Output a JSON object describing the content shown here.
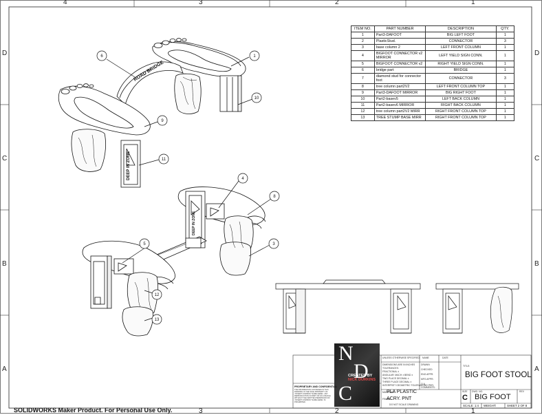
{
  "zones": {
    "columns": [
      "4",
      "3",
      "2",
      "1"
    ],
    "rows": [
      "D",
      "C",
      "B",
      "A"
    ],
    "bottom_columns": [
      "3",
      "2",
      "1"
    ]
  },
  "bom": {
    "headers": [
      "ITEM NO.",
      "PART NUMBER",
      "DESCRIPTION",
      "QTY."
    ],
    "rows": [
      {
        "item": "1",
        "part": "Part3-DAFOOT",
        "desc": "BIG LEFT FOOT",
        "qty": "1"
      },
      {
        "item": "2",
        "part": "PlasticStud.",
        "desc": "CONNECTOR",
        "qty": "3"
      },
      {
        "item": "3",
        "part": "base column 2",
        "desc": "LEFT FRONT COLUMN",
        "qty": "1"
      },
      {
        "item": "4",
        "part": "BIGFOOT CONNECTOR v2 MIRROR",
        "desc": "LEFT YIELD SIGN CONN.",
        "qty": "1"
      },
      {
        "item": "5",
        "part": "BIGFOOT CONNECTOR v2",
        "desc": "RIGHT YIELD SIGN CONN.",
        "qty": "1"
      },
      {
        "item": "6",
        "part": "bridge part",
        "desc": "BRIDGE",
        "qty": "1"
      },
      {
        "item": "7",
        "part": "diamond stud for connector foot",
        "desc": "CONNECTOR",
        "qty": "3"
      },
      {
        "item": "8",
        "part": "tree column part2V2",
        "desc": "LEFT FRONT COLUMN TOP",
        "qty": "1"
      },
      {
        "item": "9",
        "part": "Part3-DAFOOT MIRROR",
        "desc": "BIG RIGHT FOOT",
        "qty": "1"
      },
      {
        "item": "10",
        "part": "Part2-basev5",
        "desc": "LEFT BACK COLUMN",
        "qty": "1"
      },
      {
        "item": "11",
        "part": "Part2-basev6 MIRROR",
        "desc": "RIGHT BACK COLUMN",
        "qty": "1"
      },
      {
        "item": "12",
        "part": "tree column part2V2 MIRR",
        "desc": "RIGHT FRONT COLUMN TOP",
        "qty": "1"
      },
      {
        "item": "13",
        "part": "TREE STUMP BASE MIRR",
        "desc": "RIGHT FRONT COLUMN TOP",
        "qty": "1"
      }
    ]
  },
  "balloons": {
    "b1": "1",
    "b6": "6",
    "b9": "9",
    "b10": "10",
    "b11": "11",
    "b4": "4",
    "b8": "8",
    "b5": "5",
    "b3": "3",
    "b12": "12",
    "b13": "13"
  },
  "view_text": {
    "bridge_text": "ROAD BRIDGE",
    "sign_text": "DEEP IN ZONE"
  },
  "logo": {
    "letter_n": "N",
    "letter_d": "D",
    "letter_c": "C",
    "created_by": "CREATED BY",
    "author": "NICK DURKINS"
  },
  "title_block": {
    "unless_note": "UNLESS OTHERWISE SPECIFIED:",
    "name_label": "NAME",
    "date_label": "DATE",
    "drawn": "DRAWN",
    "checked": "CHECKED",
    "eng_appr": "ENG APPR.",
    "mfg_appr": "MFG APPR.",
    "qa": "Q.A.",
    "comments": "COMMENTS:",
    "dims_note": "DIMENSIONS ARE IN INCHES",
    "tolerances": "TOLERANCES:",
    "fractional": "FRACTIONAL ±",
    "angular": "ANGULAR: MACH ±  BEND ±",
    "two_place": "TWO PLACE DECIMAL ±",
    "three_place": "THREE PLACE DECIMAL ±",
    "interpret": "INTERPRET GEOMETRIC TOLERANCING PER:",
    "material_label": "MATERIAL",
    "material": "PLA PLASTIC",
    "finish_label": "FINISH",
    "finish": "ACRY. PNT",
    "do_not_scale": "DO NOT SCALE DRAWING",
    "proprietary_title": "PROPRIETARY AND CONFIDENTIAL",
    "proprietary_body": "THE INFORMATION CONTAINED IN THIS DRAWING IS THE SOLE PROPERTY OF <INSERT COMPANY NAME HERE>. ANY REPRODUCTION IN PART OR AS A WHOLE WITHOUT THE WRITTEN PERMISSION OF <INSERT COMPANY NAME HERE> IS PROHIBITED.",
    "title_label": "TITLE:",
    "title": "BIG FOOT STOOL",
    "size_label": "SIZE",
    "size": "C",
    "dwg_label": "DWG.  NO.",
    "dwg_no": "BIG FOOT",
    "rev_label": "REV",
    "scale": "SCALE: 1:4",
    "weight": "WEIGHT:",
    "sheet": "SHEET 2 OF 8"
  },
  "footer": "SOLIDWORKS Maker Product. For Personal Use Only."
}
